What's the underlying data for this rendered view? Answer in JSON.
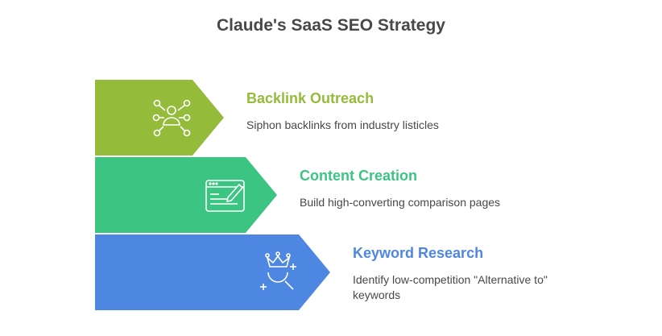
{
  "title": "Claude's SaaS SEO Strategy",
  "steps": [
    {
      "title": "Backlink Outreach",
      "description": "Siphon backlinks from industry listicles",
      "color": "#95bb3b",
      "icon": "network-person-icon"
    },
    {
      "title": "Content Creation",
      "description": "Build high-converting comparison pages",
      "color": "#3cc483",
      "icon": "document-pencil-icon"
    },
    {
      "title": "Keyword Research",
      "description": "Identify low-competition \"Alternative to\" keywords",
      "color": "#4d87e2",
      "icon": "crown-search-icon"
    }
  ]
}
